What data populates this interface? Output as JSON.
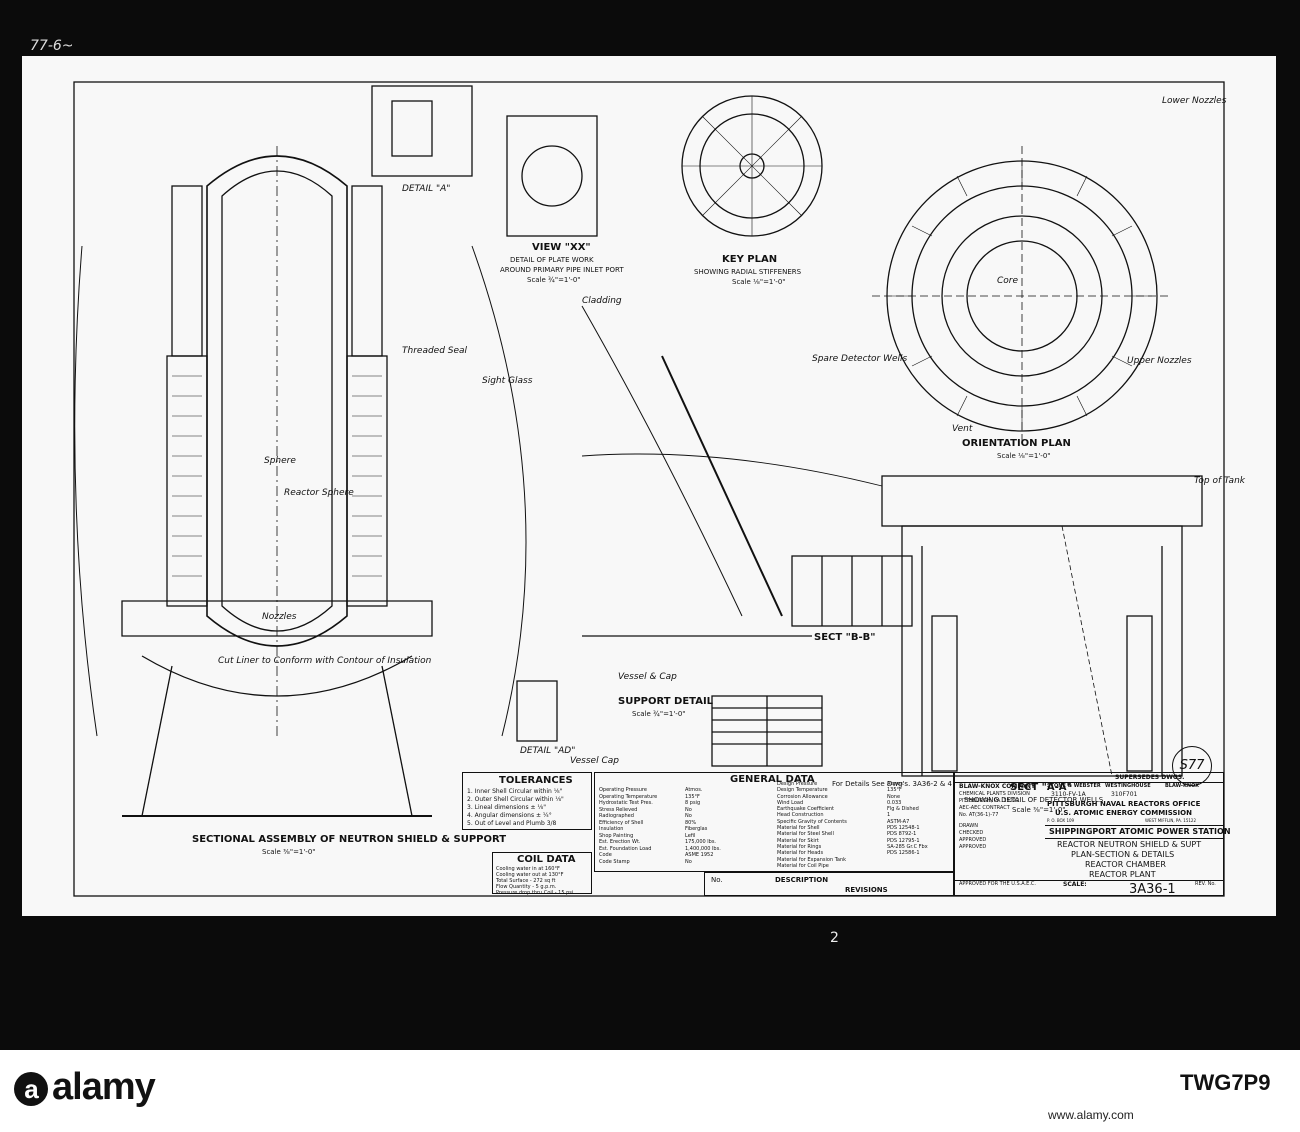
{
  "drawing": {
    "main_title": "SECTIONAL ASSEMBLY OF NEUTRON SHIELD & SUPPORT",
    "main_scale": "Scale ⅜\"=1'-0\"",
    "detail_a": "DETAIL \"A\"",
    "view_xx": "VIEW \"XX\"",
    "view_xx_sub": "DETAIL OF PLATE WORK",
    "view_xx_sub2": "AROUND PRIMARY PIPE INLET PORT",
    "view_xx_scale": "Scale ¾\"=1'-0\"",
    "key_plan": "KEY PLAN",
    "key_plan_sub": "SHOWING RADIAL STIFFENERS",
    "key_plan_scale": "Scale ⅛\"=1'-0\"",
    "orientation_plan": "ORIENTATION PLAN",
    "orientation_scale": "Scale ⅛\"=1'-0\"",
    "sect_bb": "SECT \"B-B\"",
    "sect_aa": "SECT \"A-A\"",
    "sect_aa_sub": "SHOWING DETAIL OF DETECTOR WELLS",
    "sect_aa_scale": "Scale ⅜\"=1'-0\"",
    "support_detail": "SUPPORT DETAIL",
    "support_scale": "Scale ¾\"=1'-0\"",
    "detail_ad": "DETAIL \"AD\"",
    "for_details": "For Details See Dwg's. 3A36-2 & 4",
    "annotations": [
      "Sphere",
      "Reactor Sphere",
      "Nozzles",
      "Core",
      "Vent",
      "Upper Nozzles",
      "Lower Nozzles",
      "Spare Detector Wells",
      "Top of Tank",
      "Cladding",
      "Sight Glass",
      "Threaded Seal",
      "Cut Liner to Conform with Contour of Insulation",
      "Vessel Cap",
      "Vessel & Cap"
    ],
    "sheet_mark": "S77"
  },
  "tolerances": {
    "title": "TOLERANCES",
    "lines": [
      "1. Inner Shell Circular within ⅛\"",
      "2. Outer Shell Circular within ⅛\"",
      "3. Lineal dimensions ± ⅛\"",
      "4. Angular dimensions ± ¼°",
      "5. Out of Level and Plumb 3/8"
    ]
  },
  "coil_data": {
    "title": "COIL DATA",
    "lines": [
      "Cooling water in at 160°F",
      "Cooling water out at 130°F",
      "Total Surface - 272 sq ft",
      "Flow Quantity - 5 g.p.m.",
      "Pressure drop thru Coil - 15 psi"
    ]
  },
  "general_data": {
    "title": "GENERAL DATA",
    "left": [
      "Operating Pressure",
      "Operating Temperature",
      "Hydrostatic Test Pres.",
      "Stress Relieved",
      "Radiographed",
      "Efficiency of Shell",
      "Insulation",
      "Shop Painting",
      "Est. Erection Wt.",
      "Est. Foundation Load",
      "Code",
      "Code Stamp"
    ],
    "left_vals": [
      "Atmos.",
      "135°F",
      "8 psig",
      "No",
      "No",
      "80%",
      "Fiberglas",
      "Lefil",
      "175,000 lbs.",
      "1,400,000 lbs.",
      "ASME 1952",
      "No"
    ],
    "right": [
      "Design Pressure",
      "Design Temperature",
      "Corrosion Allowance",
      "Wind Load",
      "Earthquake Coefficient",
      "Head Construction",
      "Specific Gravity of Contents",
      "Material for Shell",
      "Material for Steel Shell",
      "Material for Skirt",
      "Material for Rings",
      "Material for Heads",
      "Material for Expansion Tank",
      "Material for Coil Pipe"
    ],
    "right_vals": [
      "Atmos.",
      "135°F",
      "None",
      "0.033",
      "Flg & Dished",
      "1",
      "ASTM-A7",
      "PDS 12548-1",
      "PDS 8792-1",
      "PDS 12795-1",
      "SA-285 Gr.C Fbx",
      "PDS 12586-1"
    ]
  },
  "title_block": {
    "supersedes": "SUPERSEDES DWGS.",
    "col_headers": [
      "STONE & WEBSTER",
      "WESTINGHOUSE",
      "BLAW-KNOX"
    ],
    "col_numbers": [
      "3110-FV-1A",
      "310F701",
      ""
    ],
    "company": "BLAW-KNOX COMPANY",
    "division": "CHEMICAL PLANTS DIVISION",
    "city": "PITTSBURGH, PA. 15222",
    "contract": "AEC-AEC CONTRACT",
    "contract_no": "No. AT(36-1)-77",
    "office": "PITTSBURGH NAVAL REACTORS OFFICE",
    "commission": "U.S. ATOMIC ENERGY COMMISSION",
    "po_box": "P. O. BOX 109",
    "address": "WEST MIFFLIN, PA. 15122",
    "station": "SHIPPINGPORT ATOMIC POWER STATION",
    "desc1": "REACTOR NEUTRON SHIELD & SUPT",
    "desc2": "PLAN-SECTION & DETAILS",
    "desc3": "REACTOR CHAMBER",
    "desc4": "REACTOR PLANT",
    "drawn": "DRAWN",
    "checked": "CHECKED",
    "approved": "APPROVED",
    "approved_for": "APPROVED FOR THE U.S.A.E.C.",
    "scale_label": "SCALE:",
    "dwg_no": "3A36-1",
    "rev_no": "REV. No.",
    "description": "DESCRIPTION",
    "revisions": "REVISIONS",
    "no_label": "No."
  },
  "footer": {
    "page_mark": "2",
    "top_mark": "77-6~"
  },
  "watermark": {
    "logo": "alamy",
    "image_id": "TWG7P9",
    "url": "www.alamy.com"
  }
}
